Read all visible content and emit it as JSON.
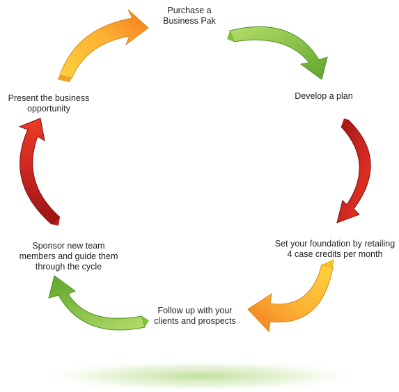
{
  "diagram": {
    "type": "cycle",
    "steps": [
      {
        "lines": [
          "Purchase a",
          "Business Pak"
        ]
      },
      {
        "lines": [
          "Develop a plan"
        ]
      },
      {
        "lines": [
          "Set your foundation by retailing",
          "4 case credits per month"
        ]
      },
      {
        "lines": [
          "Follow up with your",
          "clients and prospects"
        ]
      },
      {
        "lines": [
          "Sponsor new team",
          "members and guide them",
          "through the cycle"
        ]
      },
      {
        "lines": [
          "Present the business",
          "opportunity"
        ]
      }
    ],
    "arrows": [
      {
        "icon": "curved-arrow-icon",
        "color": "#f7b733",
        "from": "Present the business opportunity",
        "to": "Purchase a Business Pak"
      },
      {
        "icon": "curved-arrow-icon",
        "color": "#8dc63f",
        "from": "Purchase a Business Pak",
        "to": "Develop a plan"
      },
      {
        "icon": "curved-arrow-icon",
        "color": "#c81e1e",
        "from": "Develop a plan",
        "to": "Set your foundation by retailing 4 case credits per month"
      },
      {
        "icon": "curved-arrow-icon",
        "color": "#f7b733",
        "from": "Set your foundation by retailing 4 case credits per month",
        "to": "Follow up with your clients and prospects"
      },
      {
        "icon": "curved-arrow-icon",
        "color": "#8dc63f",
        "from": "Follow up with your clients and prospects",
        "to": "Sponsor new team members and guide them through the cycle"
      },
      {
        "icon": "curved-arrow-icon",
        "color": "#c81e1e",
        "from": "Sponsor new team members and guide them through the cycle",
        "to": "Present the business opportunity"
      }
    ],
    "ground_shadow_color": "#b5d98a"
  }
}
